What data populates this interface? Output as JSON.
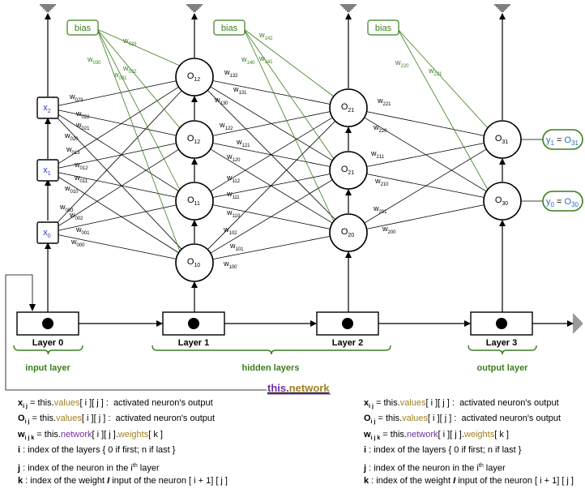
{
  "inputs": [
    {
      "base": "x",
      "sub": "2"
    },
    {
      "base": "x",
      "sub": "1"
    },
    {
      "base": "x",
      "sub": "0"
    }
  ],
  "hidden1": [
    {
      "base": "O",
      "sub": "12"
    },
    {
      "base": "O",
      "sub": "12"
    },
    {
      "base": "O",
      "sub": "11"
    },
    {
      "base": "O",
      "sub": "10"
    }
  ],
  "hidden2": [
    {
      "base": "O",
      "sub": "21"
    },
    {
      "base": "O",
      "sub": "21"
    },
    {
      "base": "O",
      "sub": "20"
    }
  ],
  "outputs": [
    {
      "base": "O",
      "sub": "31"
    },
    {
      "base": "O",
      "sub": "30"
    }
  ],
  "results": [
    {
      "y": "y",
      "ysub": "1",
      "eq": " = ",
      "o": "O",
      "osub": "31"
    },
    {
      "y": "y",
      "ysub": "0",
      "eq": " = ",
      "o": "O",
      "osub": "30"
    }
  ],
  "bias_label": "bias",
  "layers": [
    "Layer 0",
    "Layer 1",
    "Layer 2",
    "Layer 3"
  ],
  "groups": {
    "input": "input layer",
    "hidden": "hidden layers",
    "output": "output layer"
  },
  "network_label": {
    "this": "this.",
    "network": "network"
  },
  "weights_l0": [
    {
      "s": "023"
    },
    {
      "s": "022"
    },
    {
      "s": "021"
    },
    {
      "s": "020"
    },
    {
      "s": "013"
    },
    {
      "s": "012"
    },
    {
      "s": "011"
    },
    {
      "s": "010"
    },
    {
      "s": "003"
    },
    {
      "s": "002"
    },
    {
      "s": "001"
    },
    {
      "s": "000"
    }
  ],
  "bias_weights_l0": [
    {
      "s": "033"
    },
    {
      "s": "030"
    },
    {
      "s": "032"
    },
    {
      "s": "031"
    }
  ],
  "weights_l1": [
    {
      "s": "132"
    },
    {
      "s": "131"
    },
    {
      "s": "130"
    },
    {
      "s": "122"
    },
    {
      "s": "121"
    },
    {
      "s": "120"
    },
    {
      "s": "112"
    },
    {
      "s": "111"
    },
    {
      "s": "110"
    },
    {
      "s": "102"
    },
    {
      "s": "101"
    },
    {
      "s": "100"
    }
  ],
  "bias_weights_l1": [
    {
      "s": "142"
    },
    {
      "s": "140"
    },
    {
      "s": "141"
    }
  ],
  "weights_l2": [
    {
      "s": "221"
    },
    {
      "s": "220"
    },
    {
      "s": "211"
    },
    {
      "s": "210"
    },
    {
      "s": "201"
    },
    {
      "s": "200"
    }
  ],
  "bias_weights_l2": [
    {
      "s": "220"
    },
    {
      "s": "221"
    }
  ],
  "legend": {
    "x_sym": "x",
    "x_sub": "i j",
    "x_pre": " = this.",
    "x_prop": "values",
    "x_idx": "[ i ][ j ] :",
    "x_desc": "activated neuron's output",
    "o_sym": "O",
    "o_sub": "i j",
    "o_pre": " = this.",
    "o_prop": "values",
    "o_idx": "[ i ][ j ] :",
    "o_desc": "activated neuron's output",
    "w_sym": "w",
    "w_sub": "i j k",
    "w_pre": " = this.",
    "w_prop1": "network",
    "w_mid": "[ i ][ j ].",
    "w_prop2": "weights",
    "w_idx": "[ k ]",
    "i_sym": "i",
    "i_desc": " : index of the layers { 0 if first; n if last }",
    "j_sym": "j",
    "j_desc": " : index of the neuron in the i",
    "j_sup": "th",
    "j_tail": " layer",
    "k_sym": "k",
    "k_desc1": " : index of the weight ",
    "k_em": "I",
    "k_desc2": " input of the neuron [ i + 1] [ j ]"
  }
}
